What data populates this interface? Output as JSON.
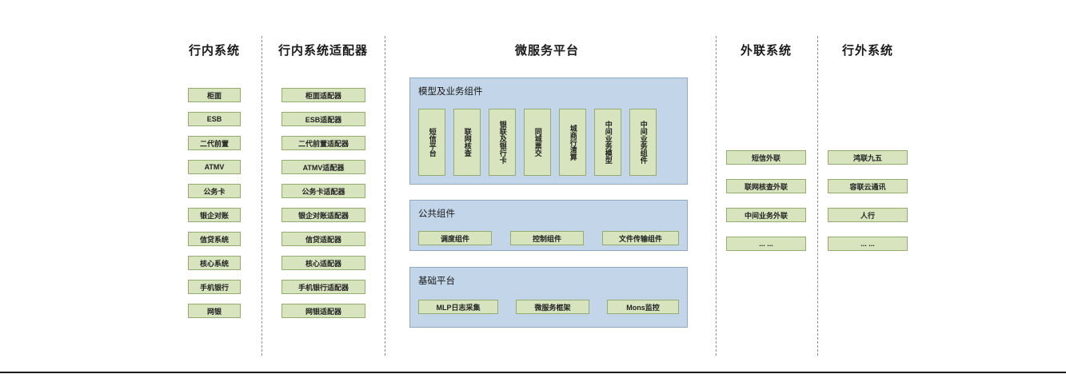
{
  "colors": {
    "node_fill": "#d7e4bd",
    "node_border": "#94ad6e",
    "panel_fill": "#c3d5e8",
    "panel_border": "#8ea9c1"
  },
  "columns": {
    "internal": {
      "title": "行内系统",
      "items": [
        "柜面",
        "ESB",
        "二代前置",
        "ATMV",
        "公务卡",
        "银企对账",
        "信贷系统",
        "核心系统",
        "手机银行",
        "网银"
      ]
    },
    "adapters": {
      "title": "行内系统适配器",
      "items": [
        "柜面适配器",
        "ESB适配器",
        "二代前置适配器",
        "ATMV适配器",
        "公务卡适配器",
        "银企对账适配器",
        "信贷适配器",
        "核心适配器",
        "手机银行适配器",
        "网银适配器"
      ]
    },
    "platform": {
      "title": "微服务平台",
      "groups": [
        {
          "title": "模型及业务组件",
          "items": [
            "短信平台",
            "联网核查",
            "银联及银行卡",
            "同城票交",
            "城商行清算",
            "中间业务模型",
            "中间业务组件"
          ]
        },
        {
          "title": "公共组件",
          "items": [
            "调度组件",
            "控制组件",
            "文件传输组件"
          ]
        },
        {
          "title": "基础平台",
          "items": [
            "MLP日志采集",
            "微服务框架",
            "Mons监控"
          ]
        }
      ]
    },
    "outreach": {
      "title": "外联系统",
      "items": [
        "短信外联",
        "联网核查外联",
        "中间业务外联",
        "... ..."
      ]
    },
    "external": {
      "title": "行外系统",
      "items": [
        "鸿联九五",
        "容联云通讯",
        "人行",
        "... ..."
      ]
    }
  }
}
